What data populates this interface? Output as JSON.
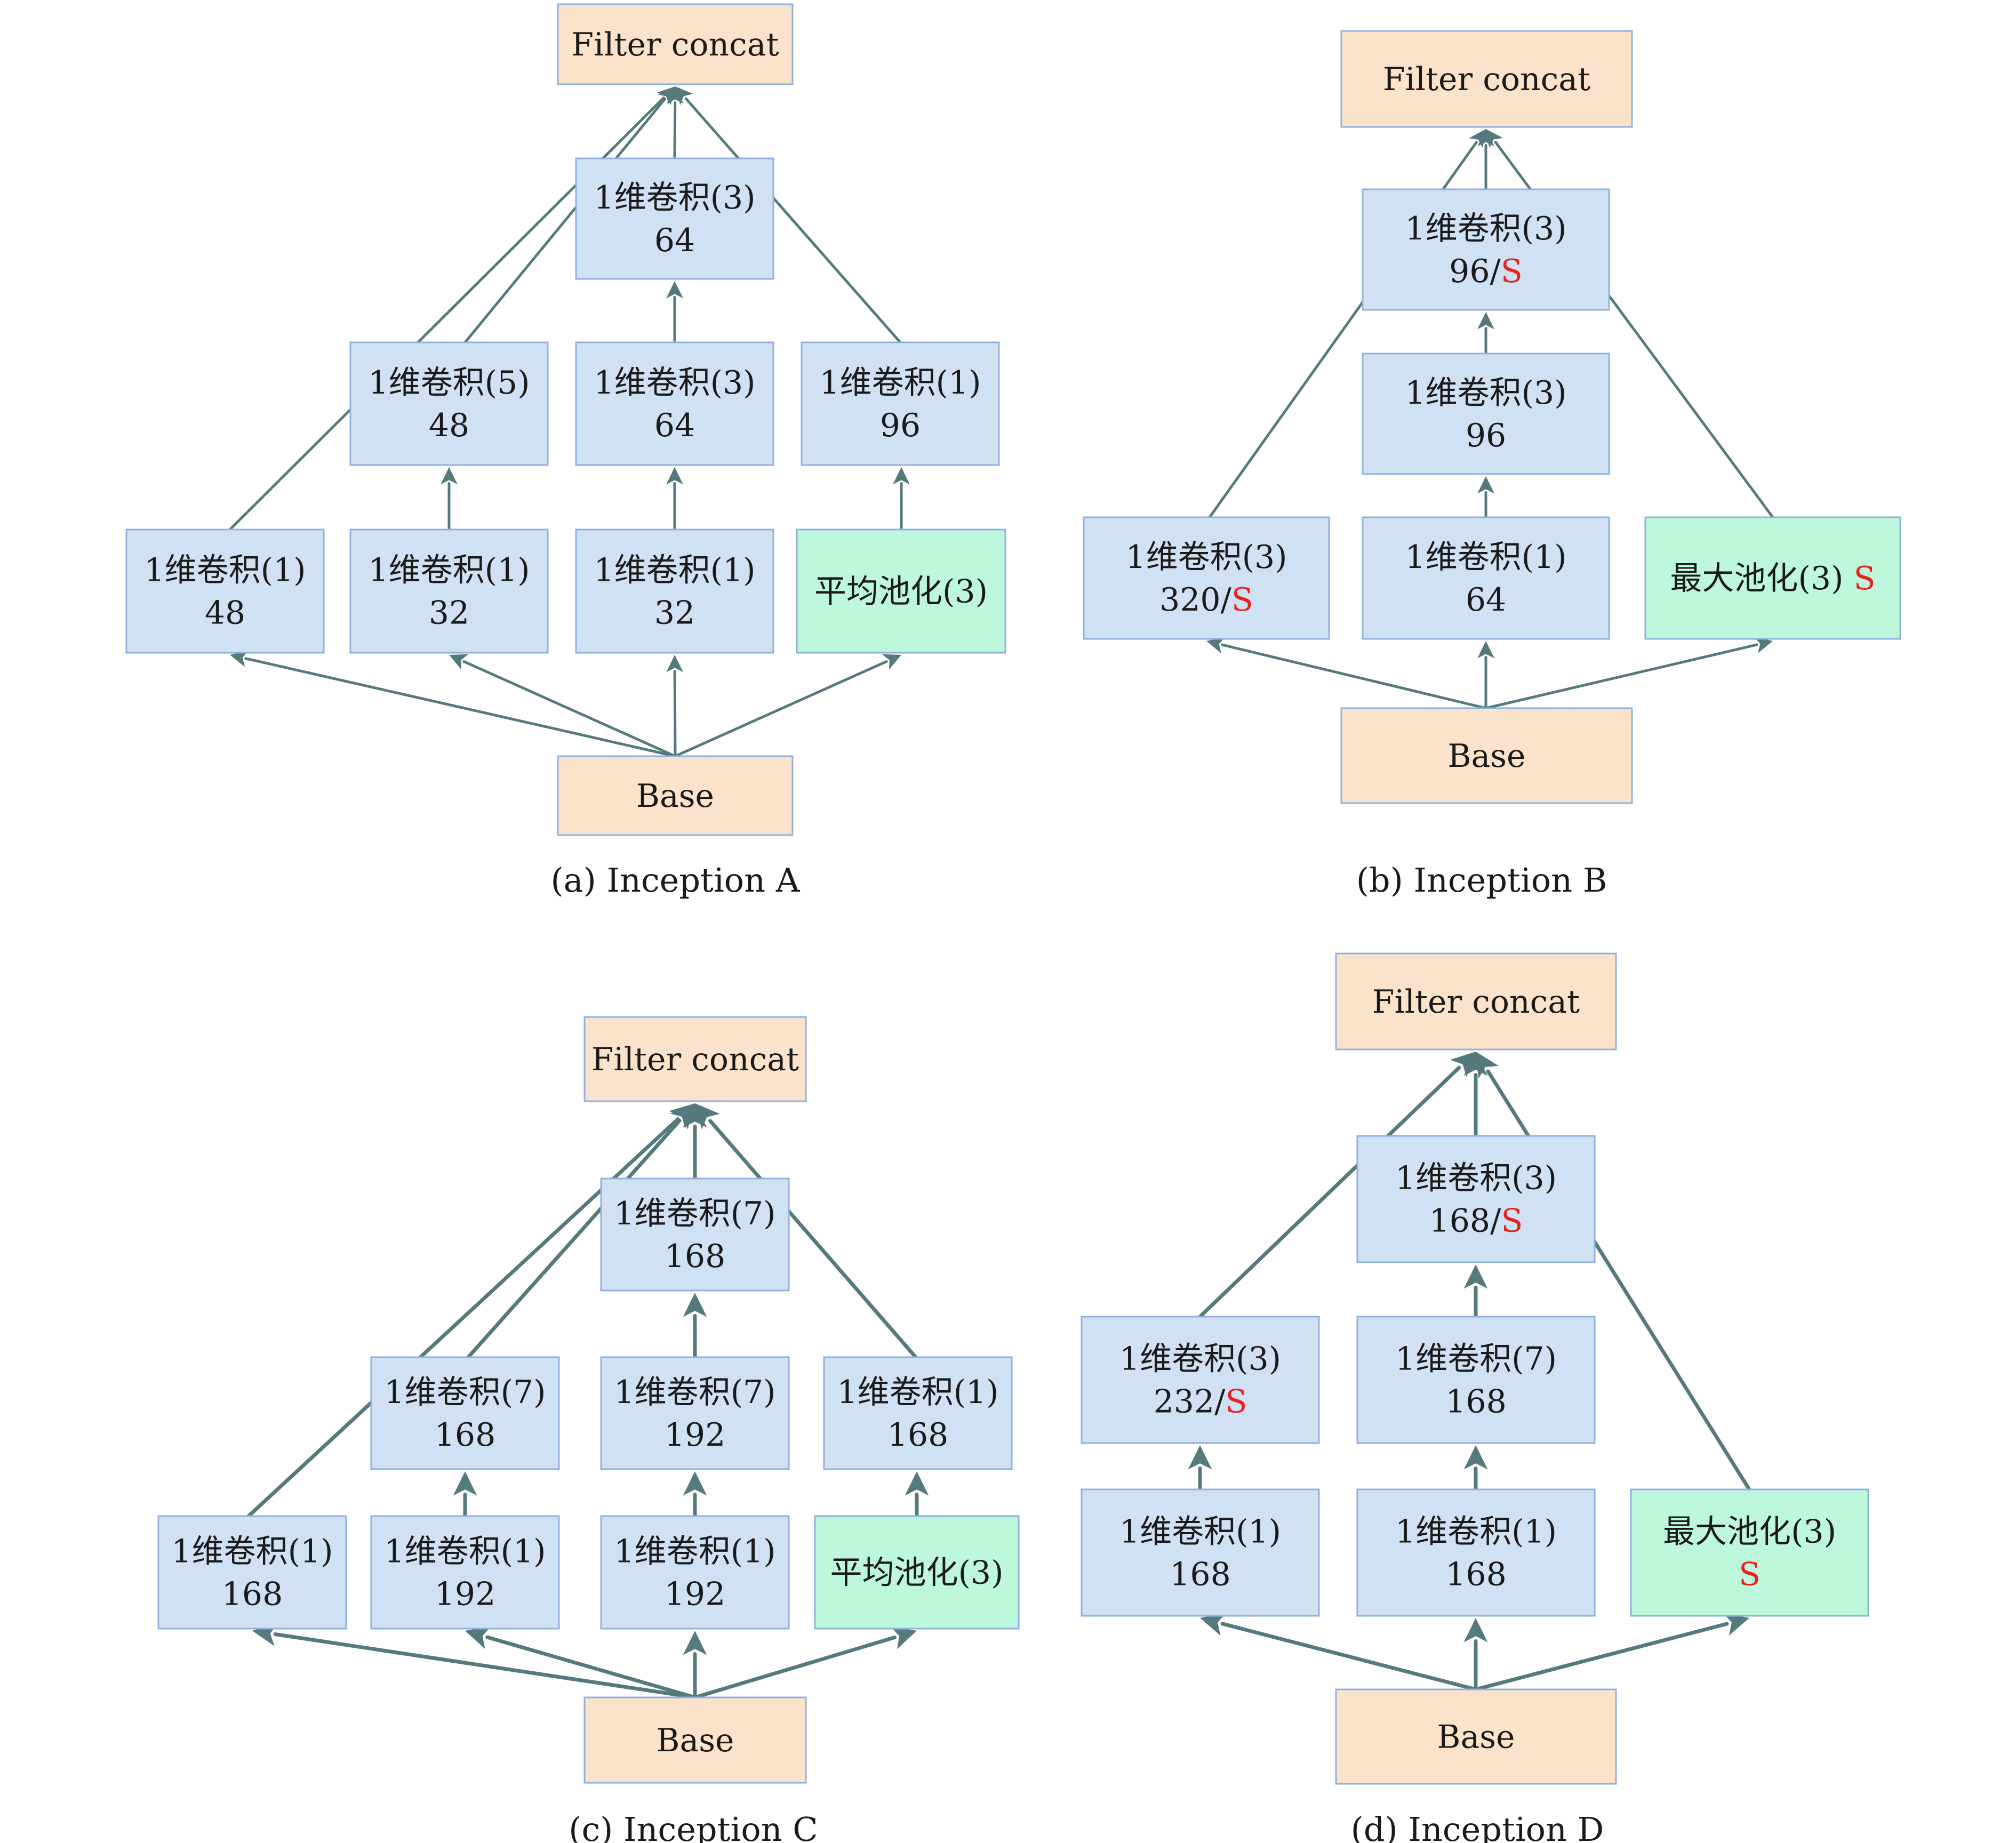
{
  "colors": {
    "edge": "#557a7e",
    "blue_fill": "#cfe1f3",
    "green_fill": "#bdf7dc",
    "orange_fill": "#fbe3cb",
    "border": "#8fb1df",
    "accent_s": "#e8231f"
  },
  "panels": [
    {
      "id": "a",
      "caption": "(a) Inception A",
      "nodes": [
        {
          "id": "fc",
          "style": "orange",
          "lines": [
            [
              {
                "t": "Filter concat"
              }
            ]
          ]
        },
        {
          "id": "c3top",
          "style": "blue",
          "lines": [
            [
              {
                "t": "1维卷积(3)"
              }
            ],
            [
              {
                "t": "64"
              }
            ]
          ]
        },
        {
          "id": "c5",
          "style": "blue",
          "lines": [
            [
              {
                "t": "1维卷积(5)"
              }
            ],
            [
              {
                "t": "48"
              }
            ]
          ]
        },
        {
          "id": "c3mid",
          "style": "blue",
          "lines": [
            [
              {
                "t": "1维卷积(3)"
              }
            ],
            [
              {
                "t": "64"
              }
            ]
          ]
        },
        {
          "id": "c1r",
          "style": "blue",
          "lines": [
            [
              {
                "t": "1维卷积(1)"
              }
            ],
            [
              {
                "t": "96"
              }
            ]
          ]
        },
        {
          "id": "b1",
          "style": "blue",
          "lines": [
            [
              {
                "t": "1维卷积(1)"
              }
            ],
            [
              {
                "t": "48"
              }
            ]
          ]
        },
        {
          "id": "b2",
          "style": "blue",
          "lines": [
            [
              {
                "t": "1维卷积(1)"
              }
            ],
            [
              {
                "t": "32"
              }
            ]
          ]
        },
        {
          "id": "b3",
          "style": "blue",
          "lines": [
            [
              {
                "t": "1维卷积(1)"
              }
            ],
            [
              {
                "t": "32"
              }
            ]
          ]
        },
        {
          "id": "pool",
          "style": "green",
          "lines": [
            [
              {
                "t": "平均池化(3)"
              }
            ]
          ]
        },
        {
          "id": "base",
          "style": "orange",
          "lines": [
            [
              {
                "t": "Base"
              }
            ]
          ]
        }
      ]
    },
    {
      "id": "b",
      "caption": "(b) Inception B",
      "nodes": [
        {
          "id": "fc",
          "style": "orange",
          "lines": [
            [
              {
                "t": "Filter concat"
              }
            ]
          ]
        },
        {
          "id": "top",
          "style": "blue",
          "lines": [
            [
              {
                "t": "1维卷积(3)"
              }
            ],
            [
              {
                "t": "96/"
              },
              {
                "t": "S",
                "accent": true
              }
            ]
          ]
        },
        {
          "id": "mid",
          "style": "blue",
          "lines": [
            [
              {
                "t": "1维卷积(3)"
              }
            ],
            [
              {
                "t": "96"
              }
            ]
          ]
        },
        {
          "id": "left",
          "style": "blue",
          "lines": [
            [
              {
                "t": "1维卷积(3)"
              }
            ],
            [
              {
                "t": "320/"
              },
              {
                "t": "S",
                "accent": true
              }
            ]
          ]
        },
        {
          "id": "center",
          "style": "blue",
          "lines": [
            [
              {
                "t": "1维卷积(1)"
              }
            ],
            [
              {
                "t": "64"
              }
            ]
          ]
        },
        {
          "id": "pool",
          "style": "green",
          "lines": [
            [
              {
                "t": "最大池化(3) "
              },
              {
                "t": "S",
                "accent": true
              }
            ]
          ]
        },
        {
          "id": "base",
          "style": "orange",
          "lines": [
            [
              {
                "t": "Base"
              }
            ]
          ]
        }
      ]
    },
    {
      "id": "c",
      "caption": "(c) Inception C",
      "nodes": [
        {
          "id": "fc",
          "style": "orange",
          "lines": [
            [
              {
                "t": "Filter concat"
              }
            ]
          ]
        },
        {
          "id": "top",
          "style": "blue",
          "lines": [
            [
              {
                "t": "1维卷积(7)"
              }
            ],
            [
              {
                "t": "168"
              }
            ]
          ]
        },
        {
          "id": "m1",
          "style": "blue",
          "lines": [
            [
              {
                "t": "1维卷积(7)"
              }
            ],
            [
              {
                "t": "168"
              }
            ]
          ]
        },
        {
          "id": "m2",
          "style": "blue",
          "lines": [
            [
              {
                "t": "1维卷积(7)"
              }
            ],
            [
              {
                "t": "192"
              }
            ]
          ]
        },
        {
          "id": "m3",
          "style": "blue",
          "lines": [
            [
              {
                "t": "1维卷积(1)"
              }
            ],
            [
              {
                "t": "168"
              }
            ]
          ]
        },
        {
          "id": "b1",
          "style": "blue",
          "lines": [
            [
              {
                "t": "1维卷积(1)"
              }
            ],
            [
              {
                "t": "168"
              }
            ]
          ]
        },
        {
          "id": "b2",
          "style": "blue",
          "lines": [
            [
              {
                "t": "1维卷积(1)"
              }
            ],
            [
              {
                "t": "192"
              }
            ]
          ]
        },
        {
          "id": "b3",
          "style": "blue",
          "lines": [
            [
              {
                "t": "1维卷积(1)"
              }
            ],
            [
              {
                "t": "192"
              }
            ]
          ]
        },
        {
          "id": "pool",
          "style": "green",
          "lines": [
            [
              {
                "t": "平均池化(3)"
              }
            ]
          ]
        },
        {
          "id": "base",
          "style": "orange",
          "lines": [
            [
              {
                "t": "Base"
              }
            ]
          ]
        }
      ]
    },
    {
      "id": "d",
      "caption": "(d) Inception D",
      "nodes": [
        {
          "id": "fc",
          "style": "orange",
          "lines": [
            [
              {
                "t": "Filter concat"
              }
            ]
          ]
        },
        {
          "id": "top",
          "style": "blue",
          "lines": [
            [
              {
                "t": "1维卷积(3)"
              }
            ],
            [
              {
                "t": "168/"
              },
              {
                "t": "S",
                "accent": true
              }
            ]
          ]
        },
        {
          "id": "lm",
          "style": "blue",
          "lines": [
            [
              {
                "t": "1维卷积(3)"
              }
            ],
            [
              {
                "t": "232/"
              },
              {
                "t": "S",
                "accent": true
              }
            ]
          ]
        },
        {
          "id": "cm",
          "style": "blue",
          "lines": [
            [
              {
                "t": "1维卷积(7)"
              }
            ],
            [
              {
                "t": "168"
              }
            ]
          ]
        },
        {
          "id": "lb",
          "style": "blue",
          "lines": [
            [
              {
                "t": "1维卷积(1)"
              }
            ],
            [
              {
                "t": "168"
              }
            ]
          ]
        },
        {
          "id": "cb",
          "style": "blue",
          "lines": [
            [
              {
                "t": "1维卷积(1)"
              }
            ],
            [
              {
                "t": "168"
              }
            ]
          ]
        },
        {
          "id": "pool",
          "style": "green",
          "lines": [
            [
              {
                "t": "最大池化(3)"
              }
            ],
            [
              {
                "t": "S",
                "accent": true
              }
            ]
          ]
        },
        {
          "id": "base",
          "style": "orange",
          "lines": [
            [
              {
                "t": "Base"
              }
            ]
          ]
        }
      ]
    }
  ]
}
